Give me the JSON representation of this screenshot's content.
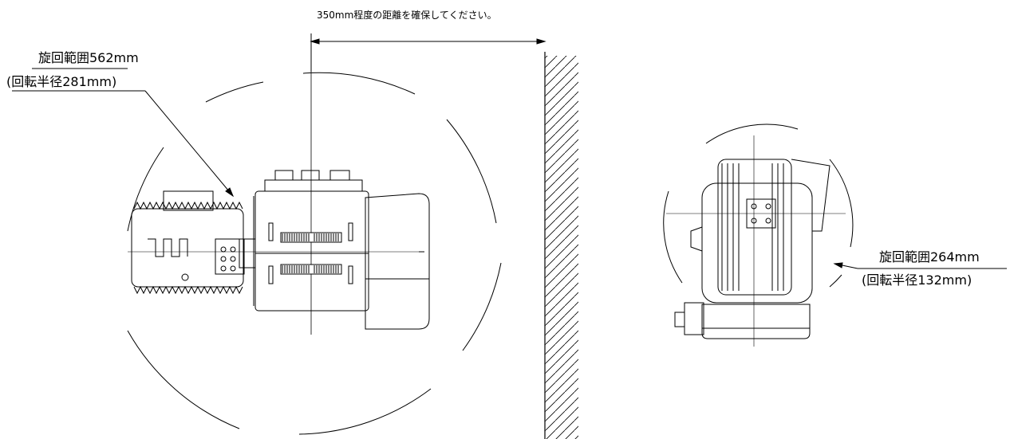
{
  "annotations": {
    "clearance": "350mm程度の距離を確保してください。",
    "left_range": "旋回範囲562mm",
    "left_radius": "(回転半径281mm)",
    "right_range": "旋回範囲264mm",
    "right_radius": "(回転半径132mm)"
  },
  "colors": {
    "line": "#000000",
    "background": "#ffffff"
  }
}
